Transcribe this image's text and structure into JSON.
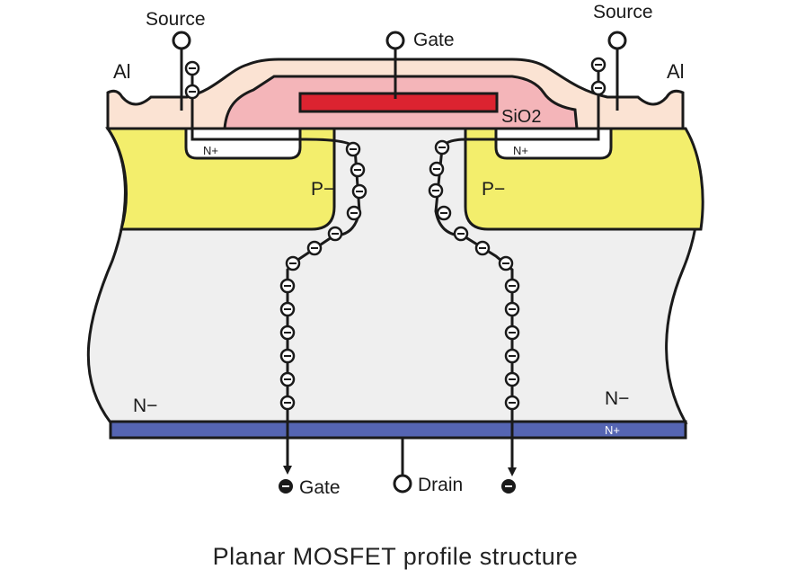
{
  "caption": "Planar MOSFET profile structure",
  "labels": {
    "source_left": "Source",
    "source_right": "Source",
    "gate_top": "Gate",
    "al_left": "Al",
    "al_right": "Al",
    "oxide": "SiO2",
    "n_plus_left": "N+",
    "n_plus_right": "N+",
    "p_left": "P−",
    "p_right": "P−",
    "n_minus_left": "N−",
    "n_minus_right": "N−",
    "n_plus_substrate": "N+",
    "gate_bottom": "Gate",
    "drain": "Drain"
  },
  "colors": {
    "aluminum": "#fbe3d3",
    "oxide": "#f4b5b9",
    "gate_poly": "#dc2330",
    "p_body": "#f3ee6c",
    "n_drift": "#efefef",
    "substrate": "#5565b3",
    "stroke": "#1a1a1a"
  }
}
